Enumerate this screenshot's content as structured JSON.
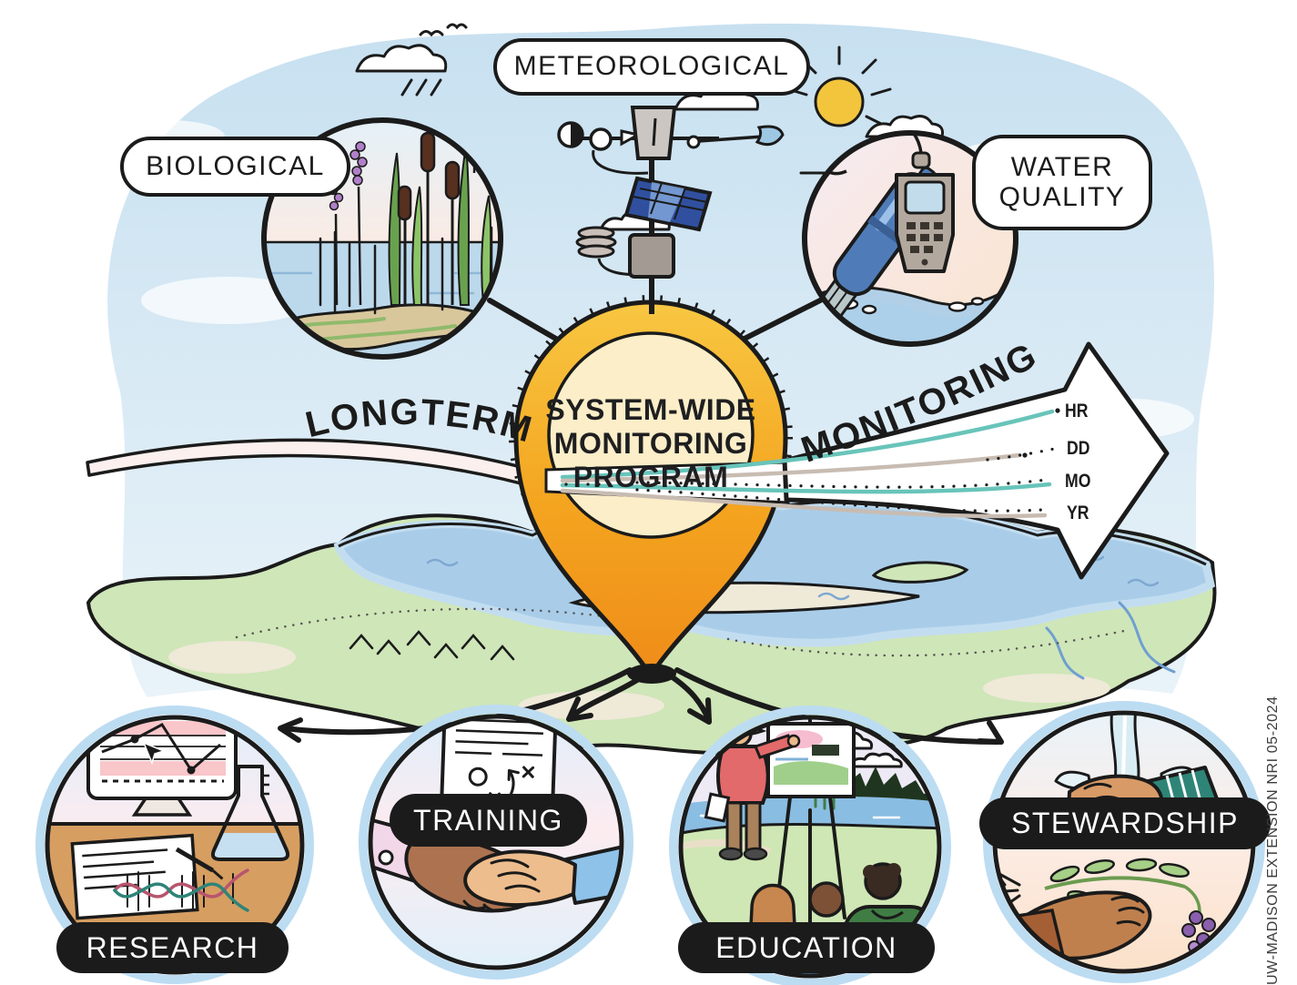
{
  "monitoring_types": {
    "meteorological": "METEOROLOGICAL",
    "biological": "BIOLOGICAL",
    "water_quality": "WATER QUALITY"
  },
  "center_pin": {
    "line1": "SYSTEM-WIDE",
    "line2": "MONITORING",
    "line3": "PROGRAM"
  },
  "timeline": {
    "left_label": "LONGTERM",
    "right_label": "MONITORING",
    "intervals": [
      {
        "label": "HR"
      },
      {
        "label": "DD"
      },
      {
        "label": "MO"
      },
      {
        "label": "YR"
      }
    ]
  },
  "outcomes": [
    {
      "label": "RESEARCH"
    },
    {
      "label": "TRAINING"
    },
    {
      "label": "EDUCATION"
    },
    {
      "label": "STEWARDSHIP"
    }
  ],
  "credit": "UW-MADISON EXTENSION NRI 05-2024",
  "icons": {
    "meteorological_scene": "weather-station",
    "biological_scene": "wetland-cattails",
    "water_quality_scene": "handheld-meter-and-probe",
    "research_scene": "computer-chart-flask-dna",
    "training_scene": "handshake-and-plan-document",
    "education_scene": "outdoor-lesson-easel",
    "stewardship_scene": "hands-water-plant",
    "center_marker": "map-pin",
    "timeline_marker": "big-arrow-right"
  },
  "colors": {
    "sky": "#cfe4f1",
    "pin_yellow": "#f8c742",
    "pin_orange": "#ef8c19",
    "pin_inner": "#fbeec8",
    "teal_line": "#68c4ba",
    "taupe_line": "#c8bcb2",
    "land_green": "#cfe6b8",
    "lake_blue": "#a9cde9",
    "label_black": "#1b1b1b"
  }
}
